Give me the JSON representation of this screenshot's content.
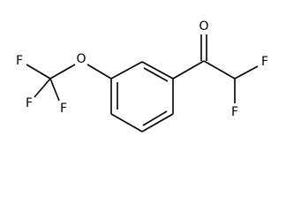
{
  "atoms": {
    "oxygen_carbonyl": "O",
    "oxygen_ether": "O",
    "fluorine_cf3_top": "F",
    "fluorine_cf3_left": "F",
    "fluorine_cf3_bottom": "F",
    "fluorine_chf2_right": "F",
    "fluorine_chf2_bottom": "F"
  }
}
